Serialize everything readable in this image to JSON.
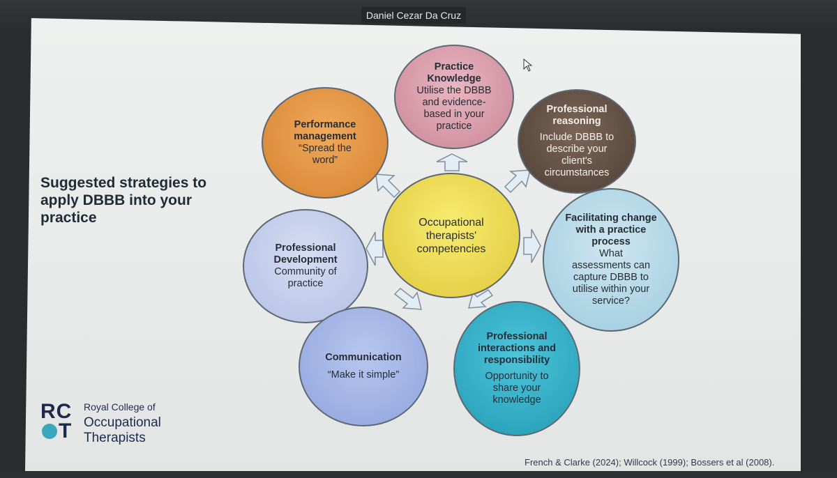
{
  "window": {
    "participant_name": "Daniel Cezar Da Cruz"
  },
  "slide": {
    "title": "Suggested strategies to apply DBBB into your practice",
    "center": {
      "label": "Occupational therapists' competencies"
    },
    "circles": {
      "practice_knowledge": {
        "heading": "Practice Knowledge",
        "body": "Utilise the DBBB and evidence-based in your practice"
      },
      "professional_reasoning": {
        "heading": "Professional reasoning",
        "body": "Include DBBB to describe your client's circumstances"
      },
      "performance_management": {
        "heading": "Performance management",
        "body": "“Spread the word”"
      },
      "facilitating_change": {
        "heading": "Facilitating change with a practice process",
        "body": "What assessments can capture DBBB to utilise within your service?"
      },
      "professional_development": {
        "heading": "Professional Development",
        "body": "Community of practice"
      },
      "communication": {
        "heading": "Communication",
        "body": "“Make it simple”"
      },
      "professional_interactions": {
        "heading": "Professional interactions and responsibility",
        "body": "Opportunity to share your knowledge"
      }
    },
    "logo": {
      "abbr_top": "RC",
      "abbr_bottom": "T",
      "line1": "Royal College of",
      "line2": "Occupational",
      "line3": "Therapists"
    },
    "citation": "French & Clarke (2024);  Willcock (1999); Bossers et al (2008)."
  },
  "colors": {
    "practice_knowledge": "#d99aa9",
    "professional_reasoning": "#5b493d",
    "performance_management": "#e3943f",
    "center": "#ead955",
    "facilitating_change": "#b5d8e7",
    "professional_development": "#c3cceb",
    "communication": "#a0b3e5",
    "professional_interactions": "#33afc6"
  }
}
